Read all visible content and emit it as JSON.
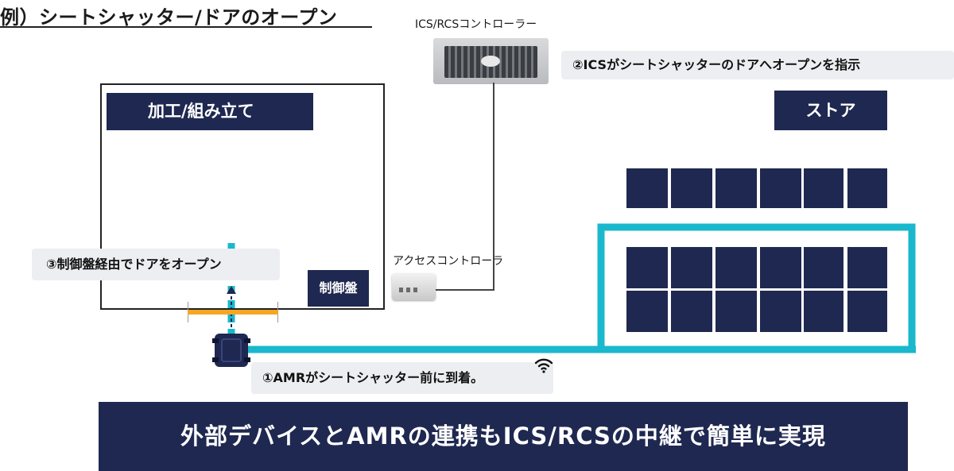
{
  "title": "例）シートシャッター/ドアのオープン",
  "server": {
    "label": "ICS/RCSコントローラー",
    "icon": "server-rack-icon"
  },
  "steps": {
    "step2": "②ICSがシートシャッターのドアへオープンを指示",
    "step3": "③制御盤経由でドアをオープン",
    "step1": "①AMRがシートシャッター前に到着。"
  },
  "zones": {
    "assembly": "加工/組み立て",
    "store": "ストア"
  },
  "access_controller": {
    "label": "アクセスコントローラ",
    "icon": "access-controller-device-icon"
  },
  "control_panel": "制御盤",
  "banner": "外部デバイスとAMRの連携もICS/RCSの中継で簡単に実現",
  "icons": {
    "amr": "amr-robot-icon",
    "wifi": "wifi-icon",
    "shutter": "sheet-shutter-icon"
  },
  "colors": {
    "navy": "#1f2850",
    "cyan": "#1ab8cc",
    "orange": "#f5a623",
    "pill_gray": "#eceef1"
  }
}
